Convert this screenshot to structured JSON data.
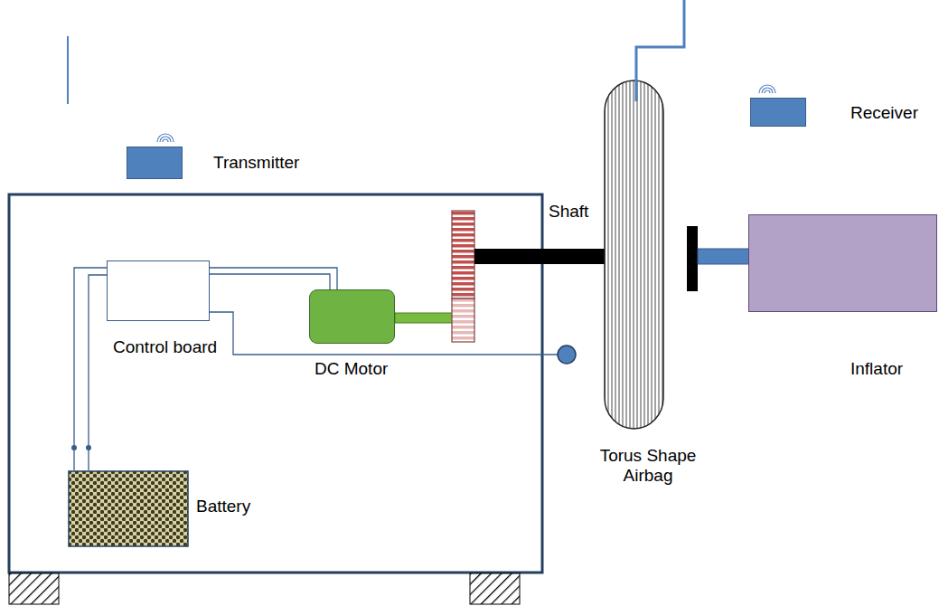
{
  "diagram": {
    "nodes": [
      {
        "text": [
          "Transmitter"
        ]
      },
      {
        "text": [
          "Receiver"
        ]
      },
      {
        "text": [
          "Shaft"
        ]
      },
      {
        "text": [
          "Control board"
        ]
      },
      {
        "text": [
          "DC Motor"
        ]
      },
      {
        "text": [
          "Torus Shape Airbag"
        ]
      },
      {
        "text": [
          "Inflator"
        ]
      },
      {
        "text": [
          "Battery"
        ]
      }
    ],
    "edges": [
      {
        "from": 3,
        "to": 4,
        "arrow": "none"
      },
      {
        "from": 3,
        "to": 4,
        "arrow": "none"
      },
      {
        "from": 3,
        "to": 7,
        "arrow": "none"
      },
      {
        "from": 3,
        "to": 7,
        "arrow": "none"
      }
    ]
  }
}
